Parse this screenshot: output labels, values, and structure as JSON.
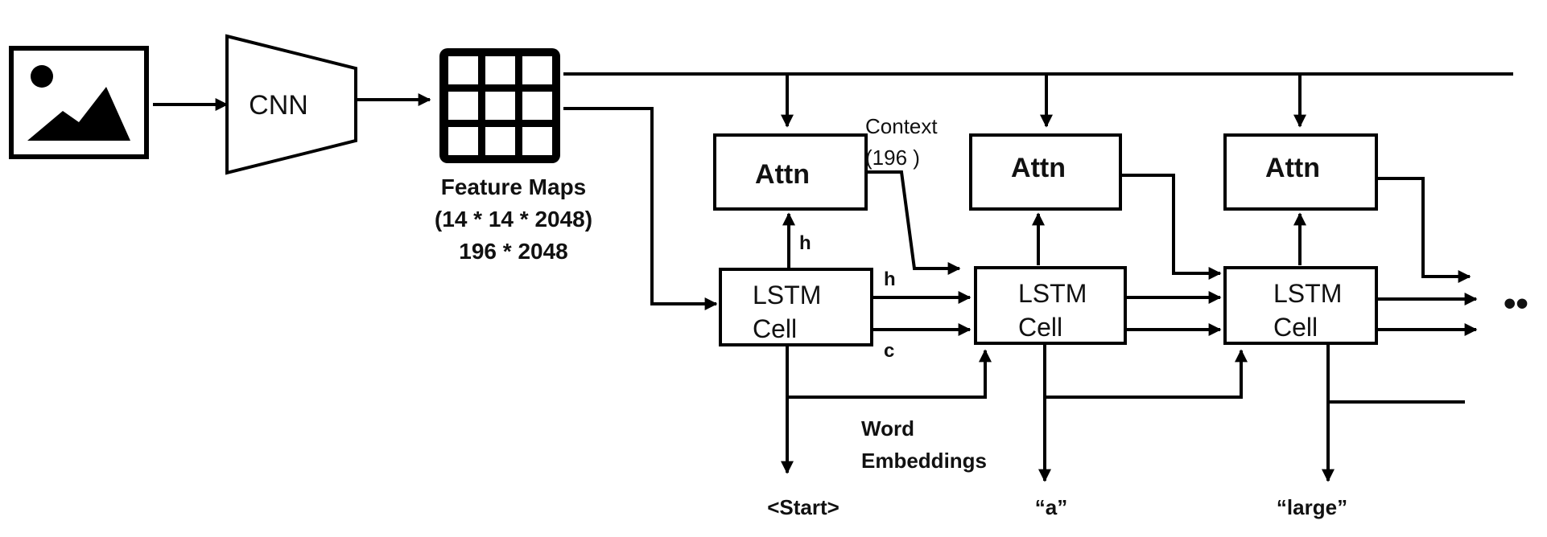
{
  "cnn": {
    "label": "CNN"
  },
  "feature_maps": {
    "title": "Feature Maps",
    "dims_line": "(14 * 14 * 2048)",
    "flat_line": "196 * 2048"
  },
  "context": {
    "label": "Context",
    "size": "(196 )"
  },
  "attn_blocks": [
    {
      "label": "Attn"
    },
    {
      "label": "Attn"
    },
    {
      "label": "Attn"
    }
  ],
  "lstm_cells": [
    {
      "line1": "LSTM",
      "line2": "Cell"
    },
    {
      "line1": "LSTM",
      "line2": "Cell"
    },
    {
      "line1": "LSTM",
      "line2": "Cell"
    }
  ],
  "hidden_state_labels": {
    "up": "h",
    "forward": "h",
    "cell": "c"
  },
  "word_embeddings": {
    "line1": "Word",
    "line2": "Embeddings"
  },
  "outputs": [
    "<Start>",
    "“a”",
    "“large”"
  ],
  "continuation": "••"
}
